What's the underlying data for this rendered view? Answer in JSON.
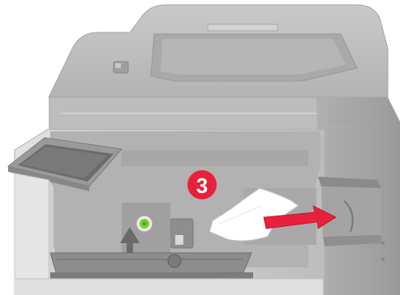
{
  "illustration": {
    "subject": "printer-paper-jam-removal",
    "step_badge": {
      "label": "3",
      "color": "#e8213a"
    },
    "arrow": {
      "direction": "right",
      "color": "#e8213a"
    },
    "colors": {
      "printer_body": "#b8b8b8",
      "printer_body_light": "#cdcdcd",
      "printer_body_dark": "#8c8c8c",
      "paper": "#ffffff",
      "indicator_green": "#7ccf2a",
      "accent_red": "#e8213a"
    },
    "icons": [
      "paper-sheet-icon",
      "pull-arrow-icon",
      "green-release-lever-icon",
      "control-panel-icon"
    ]
  }
}
